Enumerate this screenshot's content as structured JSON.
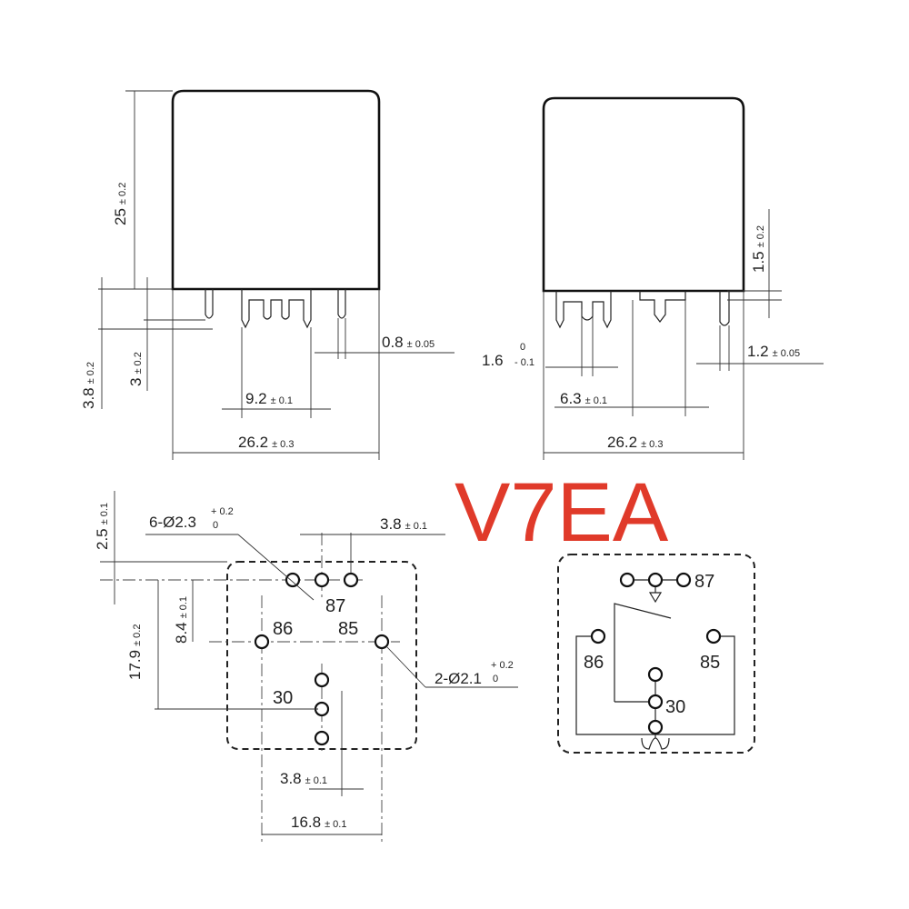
{
  "title": "V7EA",
  "front_view": {
    "height_value": "25",
    "height_tol": "± 0.2",
    "pin_len_value": "3.8",
    "pin_len_tol": "± 0.2",
    "pin_len2_value": "3",
    "pin_len2_tol": "± 0.2",
    "pin_thk_value": "0.8",
    "pin_thk_tol": "± 0.05",
    "pin_span_value": "9.2",
    "pin_span_tol": "± 0.1",
    "width_value": "26.2",
    "width_tol": "± 0.3"
  },
  "side_view": {
    "pin_gap_value": "1.5",
    "pin_gap_tol": "± 0.2",
    "slot_value": "1.6",
    "slot_tol_upper": "0",
    "slot_tol_lower": "- 0.1",
    "pin_thk_value": "1.2",
    "pin_thk_tol": "± 0.05",
    "pin_width_value": "6.3",
    "pin_width_tol": "± 0.1",
    "width_value": "26.2",
    "width_tol": "± 0.3"
  },
  "footprint": {
    "edge_value": "2.5",
    "edge_tol": "± 0.1",
    "holes_large_label": "6-Ø2.3",
    "holes_large_tol_upper": "+ 0.2",
    "holes_large_tol_lower": "0",
    "pitch_top_value": "3.8",
    "pitch_top_tol": "± 0.1",
    "offset_value": "8.4",
    "offset_tol": "± 0.1",
    "height_value": "17.9",
    "height_tol": "± 0.2",
    "holes_small_label": "2-Ø2.1",
    "holes_small_tol_upper": "+ 0.2",
    "holes_small_tol_lower": "0",
    "pitch_bottom_value": "3.8",
    "pitch_bottom_tol": "± 0.1",
    "span_value": "16.8",
    "span_tol": "± 0.1",
    "pin_labels": [
      "87",
      "86",
      "85",
      "30"
    ]
  },
  "schematic": {
    "pin_labels": [
      "87",
      "86",
      "85",
      "30"
    ]
  }
}
